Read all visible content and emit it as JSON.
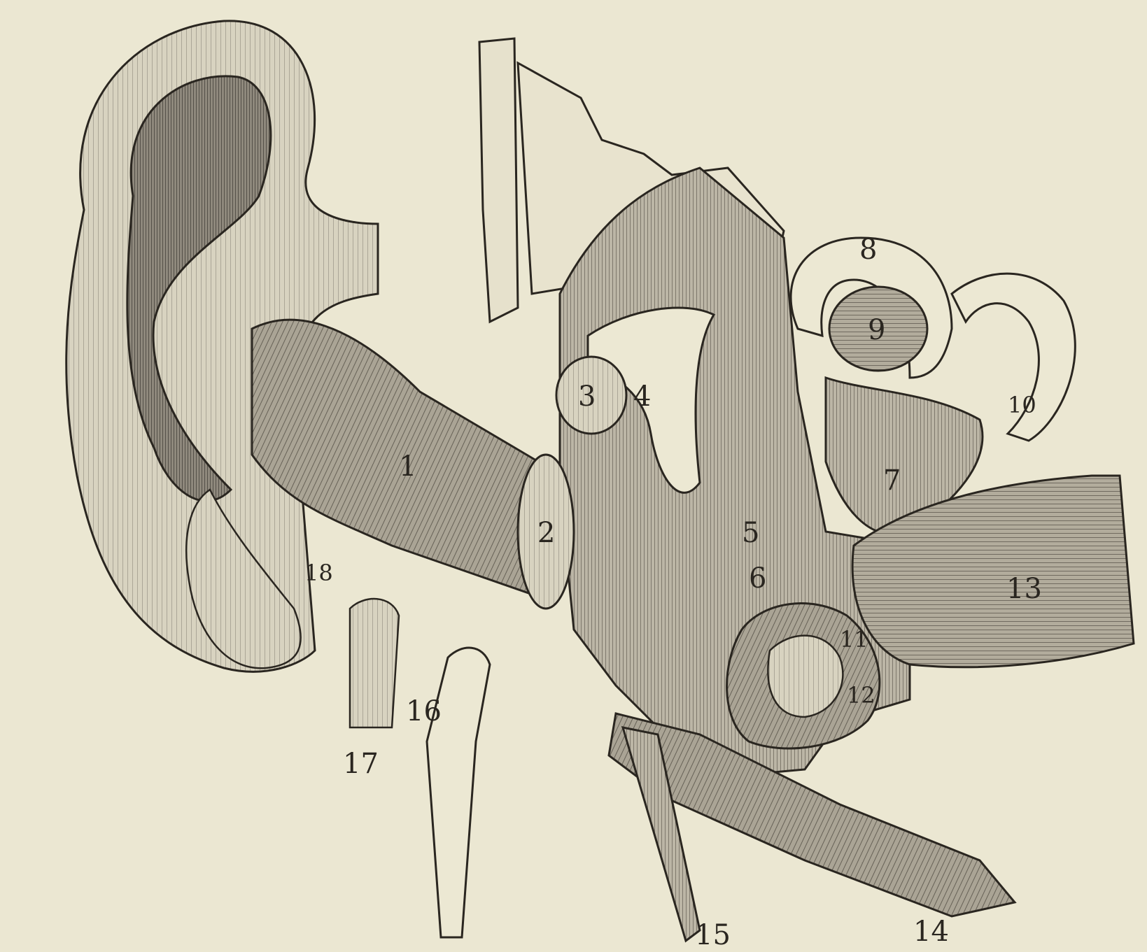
{
  "diagram": {
    "labels": [
      {
        "id": "1",
        "text": "1"
      },
      {
        "id": "2",
        "text": "2"
      },
      {
        "id": "3",
        "text": "3"
      },
      {
        "id": "4",
        "text": "4"
      },
      {
        "id": "5",
        "text": "5"
      },
      {
        "id": "6",
        "text": "6"
      },
      {
        "id": "7",
        "text": "7"
      },
      {
        "id": "8",
        "text": "8"
      },
      {
        "id": "9",
        "text": "9"
      },
      {
        "id": "10",
        "text": "10"
      },
      {
        "id": "11",
        "text": "11"
      },
      {
        "id": "12",
        "text": "12"
      },
      {
        "id": "13",
        "text": "13"
      },
      {
        "id": "14",
        "text": "14"
      },
      {
        "id": "15",
        "text": "15"
      },
      {
        "id": "16",
        "text": "16"
      },
      {
        "id": "17",
        "text": "17"
      },
      {
        "id": "18",
        "text": "18"
      }
    ]
  },
  "colors": {
    "paper": "#ebe7d2",
    "ink": "#2a2620",
    "shade": "#8d877c"
  }
}
